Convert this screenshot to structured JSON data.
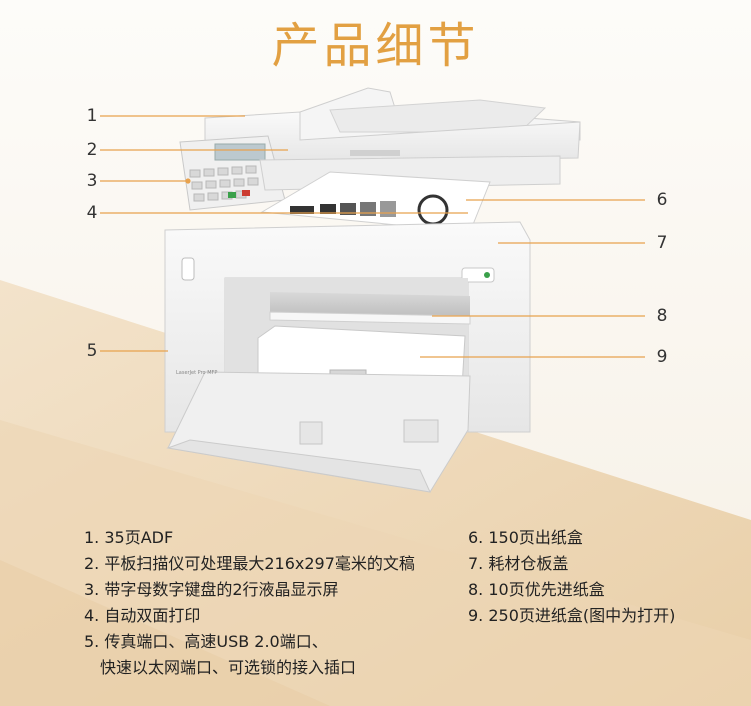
{
  "title": "产品细节",
  "colors": {
    "title": "#e2a042",
    "leader_line": "#e8a24e",
    "text": "#222222",
    "bg_top": "#fbf8f3",
    "bg_band": "#eed7b7"
  },
  "callouts": [
    {
      "n": "1"
    },
    {
      "n": "2"
    },
    {
      "n": "3"
    },
    {
      "n": "4"
    },
    {
      "n": "5"
    },
    {
      "n": "6"
    },
    {
      "n": "7"
    },
    {
      "n": "8"
    },
    {
      "n": "9"
    }
  ],
  "features_left": [
    "1. 35页ADF",
    "2. 平板扫描仪可处理最大216x297毫米的文稿",
    "3. 带字母数字键盘的2行液晶显示屏",
    "4. 自动双面打印",
    "5. 传真端口、高速USB 2.0端口、",
    "快速以太网端口、可选锁的接入插口"
  ],
  "features_right": [
    "6. 150页出纸盒",
    "7. 耗材仓板盖",
    "8. 10页优先进纸盒",
    "9. 250页进纸盒(图中为打开)"
  ],
  "icons": [
    "printer-illustration"
  ]
}
